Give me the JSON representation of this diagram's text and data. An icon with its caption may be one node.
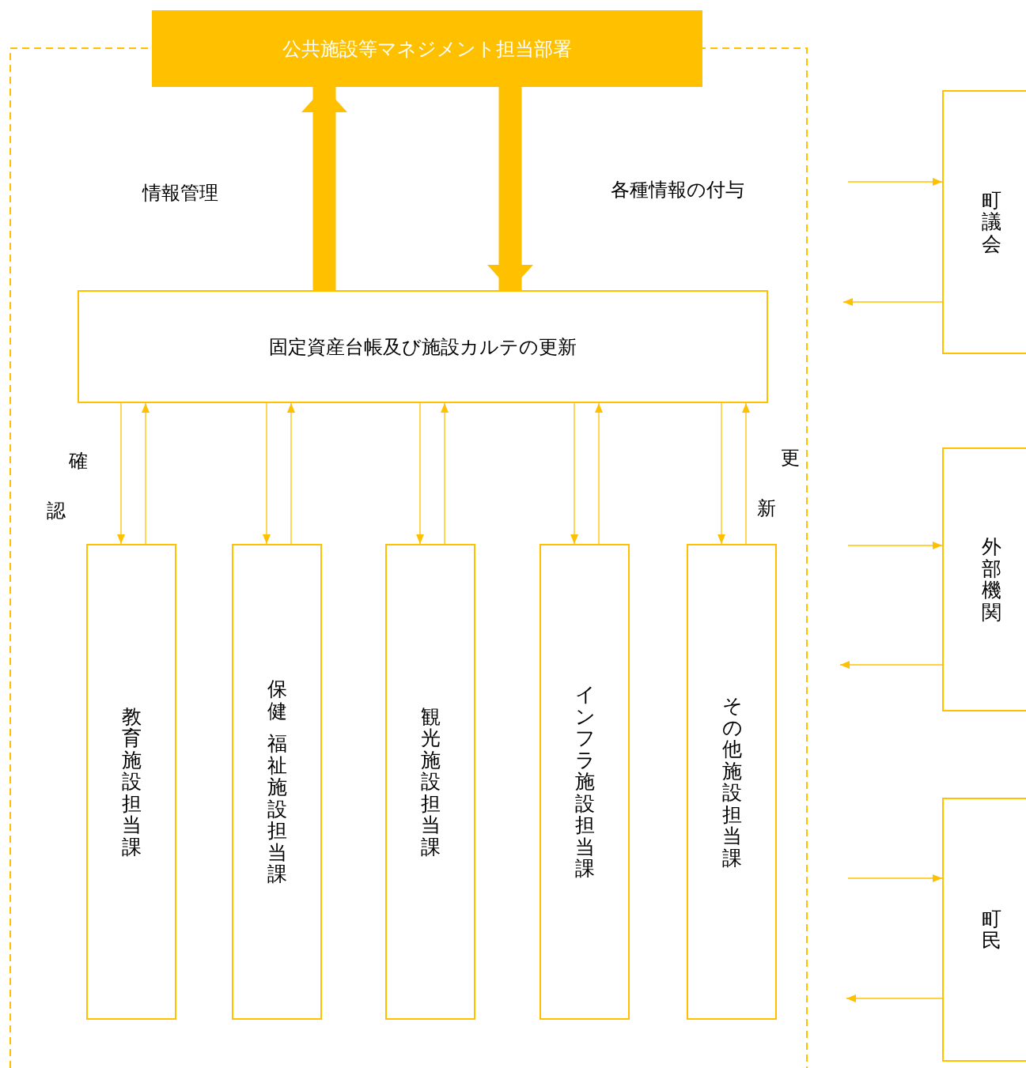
{
  "diagram": {
    "nodes": [
      {
        "text": [
          "公共施設等マネジメント担当部署"
        ]
      },
      {
        "text": [],
        "shape": "box"
      },
      {
        "text": [
          "固定資産台帳及び施設カルテの更新"
        ],
        "in": 1
      },
      {
        "text": [
          "教育施設担当課"
        ],
        "in": 1
      },
      {
        "text": [
          "保健",
          "福祉施設担当課"
        ],
        "in": 1
      },
      {
        "text": [
          "観光施設担当課"
        ],
        "in": 1
      },
      {
        "text": [
          "インフラ施設担当課"
        ],
        "in": 1
      },
      {
        "text": [
          "その他施設担当課"
        ],
        "in": 1
      },
      {
        "text": [
          "町議会"
        ]
      },
      {
        "text": [
          "外部機関"
        ]
      },
      {
        "text": [
          "町民"
        ]
      }
    ],
    "edges": [
      {
        "from": 2,
        "to": 0,
        "arrow": "to",
        "style": "thick"
      },
      {
        "from": 0,
        "to": 2,
        "arrow": "to",
        "style": "thick"
      },
      {
        "from": 2,
        "to": 3,
        "arrow": "to"
      },
      {
        "from": 3,
        "to": 2,
        "arrow": "to"
      },
      {
        "from": 2,
        "to": 4,
        "arrow": "to"
      },
      {
        "from": 4,
        "to": 2,
        "arrow": "to"
      },
      {
        "from": 2,
        "to": 5,
        "arrow": "to"
      },
      {
        "from": 5,
        "to": 2,
        "arrow": "to"
      },
      {
        "from": 2,
        "to": 6,
        "arrow": "to"
      },
      {
        "from": 6,
        "to": 2,
        "arrow": "to"
      },
      {
        "from": 2,
        "to": 7,
        "arrow": "to"
      },
      {
        "from": 7,
        "to": 2,
        "arrow": "to"
      },
      {
        "from": null,
        "to": 8,
        "arrow": "to"
      },
      {
        "from": 8,
        "to": null,
        "arrow": "to"
      },
      {
        "from": null,
        "to": 9,
        "arrow": "to"
      },
      {
        "from": 9,
        "to": null,
        "arrow": "to"
      },
      {
        "from": null,
        "to": 10,
        "arrow": "to"
      },
      {
        "from": 10,
        "to": null,
        "arrow": "to"
      }
    ],
    "labels": [
      "情報管理",
      "各種情報の付与",
      "確",
      "認",
      "更",
      "新"
    ]
  }
}
